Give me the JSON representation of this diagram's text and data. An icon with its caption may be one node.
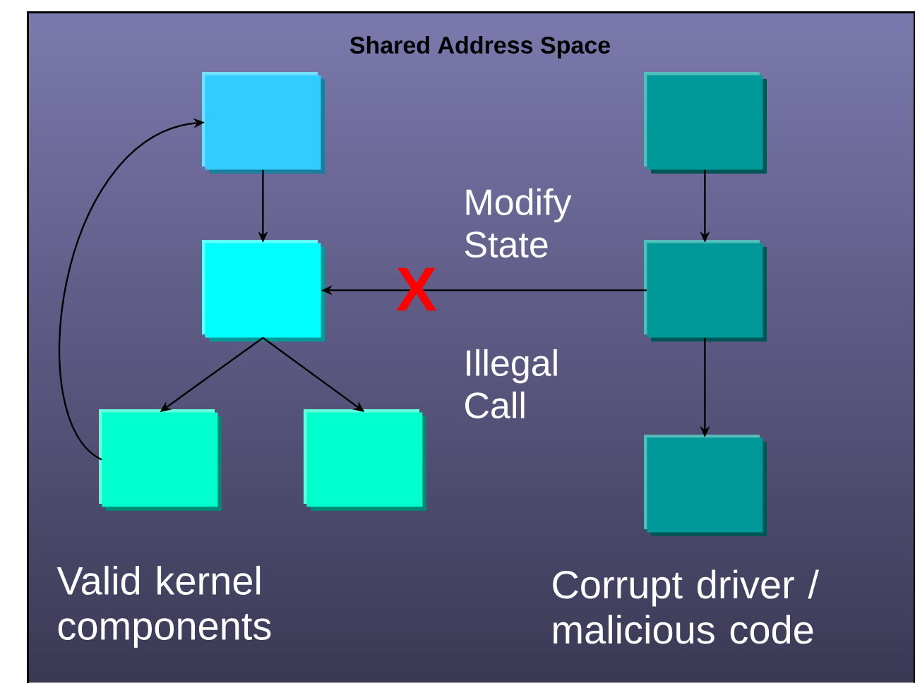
{
  "diagram": {
    "nodes": [
      {
        "text": [
          "Shared Address Space"
        ]
      },
      {
        "text": [],
        "shape": "box",
        "in": 0
      },
      {
        "text": [],
        "shape": "box",
        "in": 0
      },
      {
        "text": [],
        "shape": "box",
        "in": 0
      },
      {
        "text": [],
        "shape": "box",
        "in": 0
      },
      {
        "text": [],
        "shape": "box",
        "in": 0
      },
      {
        "text": [],
        "shape": "box",
        "in": 0
      },
      {
        "text": [],
        "shape": "box",
        "in": 0
      }
    ],
    "edges": [
      {
        "from": 1,
        "to": 2,
        "arrow": "to"
      },
      {
        "from": 2,
        "to": 3,
        "arrow": "to"
      },
      {
        "from": 2,
        "to": 4,
        "arrow": "to"
      },
      {
        "from": 3,
        "to": 1,
        "arrow": "to"
      },
      {
        "from": 5,
        "to": 6,
        "arrow": "to"
      },
      {
        "from": 6,
        "to": 7,
        "arrow": "to"
      },
      {
        "from": 6,
        "to": 2,
        "arrow": "to"
      }
    ],
    "labels": [
      "Modify State",
      "X",
      "Illegal Call",
      "Valid kernel components",
      "Corrupt driver / malicious code"
    ]
  }
}
